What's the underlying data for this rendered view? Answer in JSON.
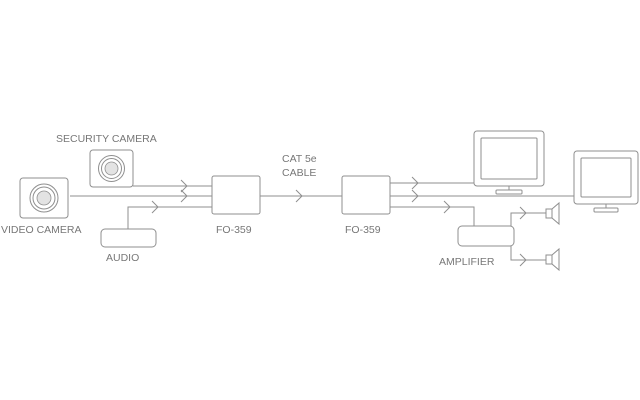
{
  "labels": {
    "security_camera": "SECURITY CAMERA",
    "video_camera": "VIDEO CAMERA",
    "audio": "AUDIO",
    "transmitter": "FO-359",
    "receiver": "FO-359",
    "cable_line1": "CAT 5e",
    "cable_line2": "CABLE",
    "amplifier": "AMPLIFIER"
  },
  "colors": {
    "line": "#8f8f8f",
    "text": "#777777",
    "background": "#ffffff"
  }
}
